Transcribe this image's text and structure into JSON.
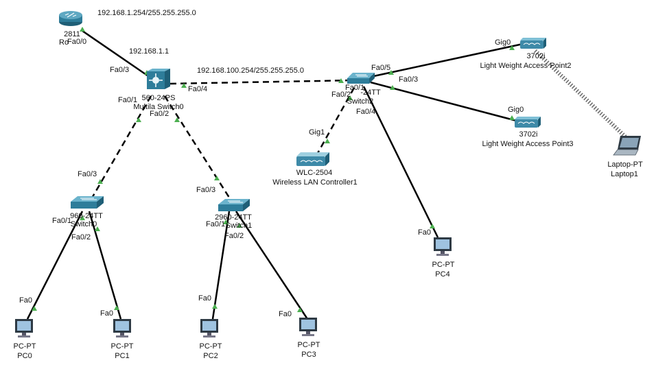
{
  "ip_labels": {
    "router_net": "192.168.1.254/255.255.255.0",
    "ms_ip": "192.168.1.1",
    "vlan_net": "192.168.100.254/255.255.255.0"
  },
  "ports": {
    "router_fa00": "Fa0/0",
    "ms_fa03": "Fa0/3",
    "ms_fa04": "Fa0/4",
    "ms_fa01": "Fa0/1",
    "ms_fa02": "Fa0/2",
    "sw2_fa05": "Fa0/5",
    "sw2_fa01": "Fa0/1",
    "sw2_fa02": "Fa0/2",
    "sw2_fa03": "Fa0/3",
    "sw2_fa04": "Fa0/4",
    "ap2_gig0": "Gig0",
    "ap3_gig0": "Gig0",
    "wlc_gig1": "Gig1",
    "sw0_fa03": "Fa0/3",
    "sw0_fa01": "Fa0/1",
    "sw0_fa02": "Fa0/2",
    "sw1_fa03": "Fa0/3",
    "sw1_fa01": "Fa0/1",
    "sw1_fa02": "Fa0/2",
    "pc0_fa0": "Fa0",
    "pc1_fa0": "Fa0",
    "pc2_fa0": "Fa0",
    "pc3_fa0": "Fa0",
    "pc4_fa0": "Fa0"
  },
  "devices": {
    "router": {
      "model": "2811",
      "name": "Ro"
    },
    "multilayer_switch": {
      "model": "560-24PS",
      "name": "Multila      Switch0"
    },
    "switch2": {
      "model": "-24TT",
      "name": "Switch2"
    },
    "switch0": {
      "model": "960-24TT",
      "name": "Switch0"
    },
    "switch1": {
      "model": "2960-24TT",
      "name": "Switch1"
    },
    "ap2": {
      "model": "3702i",
      "name": "Light Weight Access Point2"
    },
    "ap3": {
      "model": "3702i",
      "name": "Light Weight Access Point3"
    },
    "wlc": {
      "model": "WLC-2504",
      "name": "Wireless LAN Controller1"
    },
    "laptop": {
      "model": "Laptop-PT",
      "name": "Laptop1"
    },
    "pc0": {
      "model": "PC-PT",
      "name": "PC0"
    },
    "pc1": {
      "model": "PC-PT",
      "name": "PC1"
    },
    "pc2": {
      "model": "PC-PT",
      "name": "PC2"
    },
    "pc3": {
      "model": "PC-PT",
      "name": "PC3"
    },
    "pc4": {
      "model": "PC-PT",
      "name": "PC4"
    }
  },
  "colors": {
    "link": "#000000",
    "port_up": "#4caf50",
    "device_blue": "#2e7d9a",
    "background": "#ffffff"
  }
}
